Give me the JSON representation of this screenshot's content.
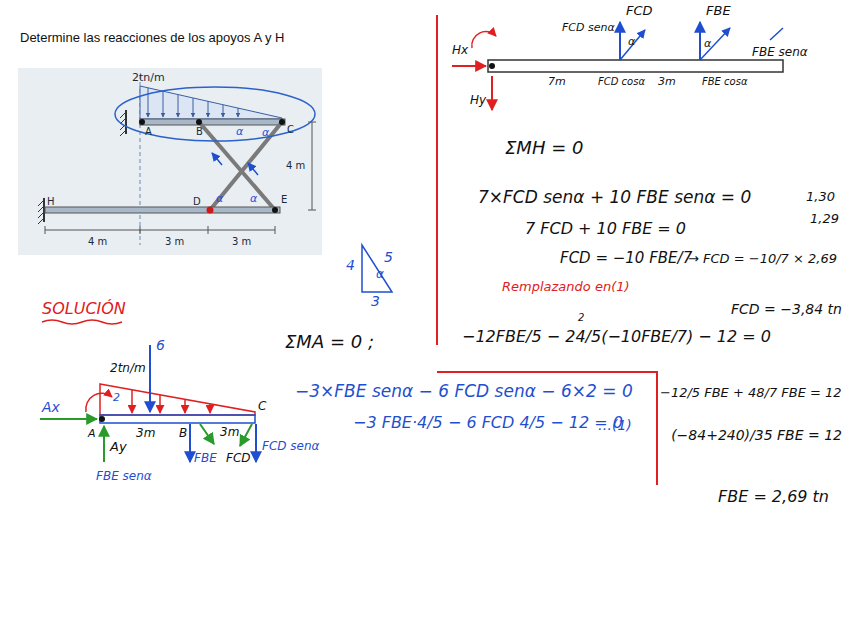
{
  "diagram": {
    "title": "Determine las reacciones de los apoyos A y H",
    "labels": [
      "2tn/m",
      "A",
      "B",
      "C",
      "4 m",
      "H",
      "D",
      "E",
      "4 m",
      "3 m",
      "3 m",
      "α",
      "α",
      "α",
      "α",
      "4",
      "5",
      "3",
      "α",
      "SOLUCIÓN",
      "2tn/m",
      "6",
      "2",
      "Ax",
      "A",
      "Ay",
      "3m",
      "B",
      "3m",
      "C",
      "FBE",
      "FBE senα",
      "FCD",
      "FCD senα",
      "ΣMA = 0 ;",
      "−3×FBE senα − 6 FCD senα − 6×2 = 0",
      "−3 FBE·4/5 − 6 FCD 4/5 − 12 = 0",
      "…(1)",
      "Hx",
      "Hy",
      "FCD senα",
      "FCD",
      "α",
      "FBE",
      "α",
      "FBE senα",
      "FCD cosα",
      "7m",
      "3m",
      "FBE cosα",
      "ΣMH = 0",
      "7×FCD senα + 10 FBE senα = 0",
      "1,30",
      "1,29",
      "7 FCD + 10 FBE = 0",
      "FCD = −10 FBE/7",
      "→ FCD = −10/7 × 2,69",
      "Remplazando en(1)",
      "FCD = −3,84 tn",
      "−12FBE/5 − 24/5(−10FBE/7) − 12 = 0",
      "2",
      "−12/5 FBE + 48/7 FBE = 12",
      "(−84+240)/35 FBE = 12",
      "FBE = 2,69 tn"
    ]
  }
}
